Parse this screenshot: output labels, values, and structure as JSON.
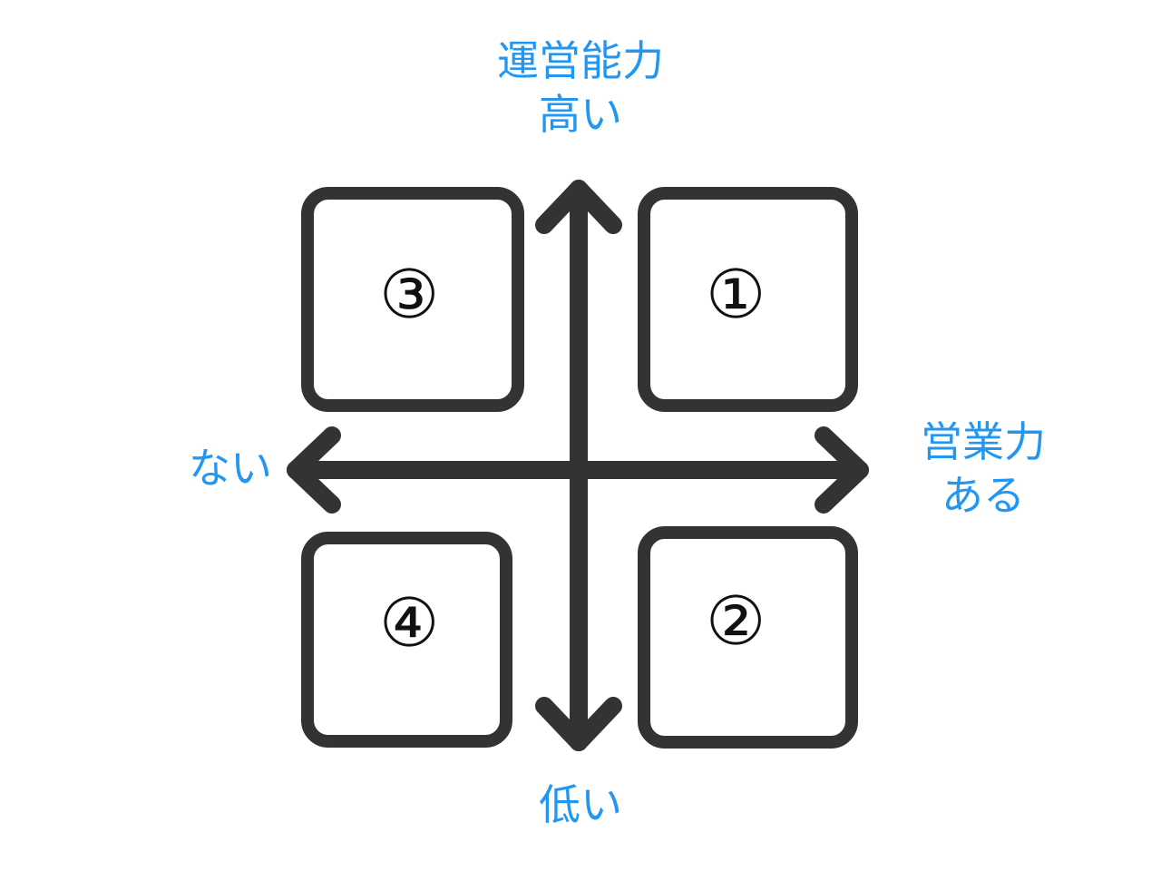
{
  "diagram": {
    "title_text": "",
    "colors": {
      "background": "#ffffff",
      "stroke": "#333333",
      "label_blue": "#2196f3",
      "number_color": "#111111"
    },
    "axes": {
      "vertical": {
        "name": "vertical-axis",
        "top_label_line1": "運営能力",
        "top_label_line2": "高い",
        "bottom_label": "低い",
        "double_headed": true
      },
      "horizontal": {
        "name": "horizontal-axis",
        "right_label_line1": "営業力",
        "right_label_line2": "ある",
        "left_label": "ない",
        "double_headed": true
      }
    },
    "quadrants": [
      {
        "id": "q1",
        "position": "top-right",
        "number": "①"
      },
      {
        "id": "q2",
        "position": "bottom-right",
        "number": "②"
      },
      {
        "id": "q3",
        "position": "top-left",
        "number": "③"
      },
      {
        "id": "q4",
        "position": "bottom-left",
        "number": "④"
      }
    ]
  }
}
